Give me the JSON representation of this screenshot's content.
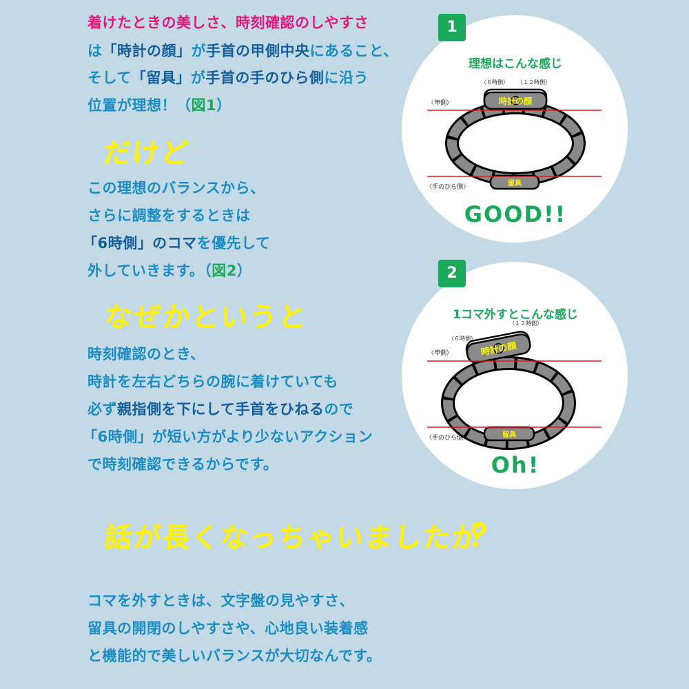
{
  "intro": {
    "l1a": "着けたときの美しさ、",
    "l1b": "時刻確認のしやすさ",
    "l2a": "は",
    "l2b": "「時計の顔」",
    "l2c": "が",
    "l2d": "手首の甲側中央",
    "l2e": "にあること、",
    "l3a": "そして",
    "l3b": "「留具」",
    "l3c": "が",
    "l3d": "手首の手のひら側",
    "l3e": "に沿う",
    "l4a": "位置が理想！（",
    "l4b": "図1",
    "l4c": "）"
  },
  "heading1": "だけど",
  "para2": {
    "l1": "この理想のバランスから、",
    "l2": "さらに調整をするときは",
    "l3a": "「6時側」のコマ",
    "l3b": "を優先して",
    "l4a": "外していきます。（",
    "l4b": "図2",
    "l4c": "）"
  },
  "heading2": "なぜかというと",
  "para3": {
    "l1": "時刻確認のとき、",
    "l2": "時計を左右どちらの腕に着けていても",
    "l3a": "必ず",
    "l3b": "親指側を下にして手首をひねる",
    "l3c": "ので",
    "l4": "「6時側」が短い方がより少ないアクション",
    "l5": "で時刻確認できるからです。"
  },
  "heading3": "話が長くなっちゃいましたが",
  "heading3_mark": "？",
  "para4": {
    "l1": "コマを外すときは、文字盤の見やすさ、",
    "l2": "留具の開閉のしやすさや、心地良い装着感",
    "l3": "と機能的で美しいバランスが大切なんです。"
  },
  "figure1": {
    "badge": "1",
    "title": "理想はこんな感じ",
    "label_6": "〈６時側〉",
    "label_12": "〈１２時側〉",
    "label_back": "〈甲側〉",
    "label_palm": "〈手のひら側〉",
    "face": "時計の顔",
    "clasp": "留具",
    "verdict": "GOOD!!"
  },
  "figure2": {
    "badge": "2",
    "title": "1コマ外すとこんな感じ",
    "label_6": "〈６時側〉",
    "label_12": "〈１２時側〉",
    "label_back": "〈甲側〉",
    "label_palm": "〈手のひら側〉",
    "face": "時計の顔",
    "clasp": "留具",
    "verdict": "Oh!"
  },
  "colors": {
    "background": "#c3d9e6",
    "text": "#1b8dc5",
    "emphasis": "#15609c",
    "pink": "#e3187c",
    "green": "#1aa95a",
    "yellow": "#fff200",
    "red_line": "#e8141e"
  }
}
